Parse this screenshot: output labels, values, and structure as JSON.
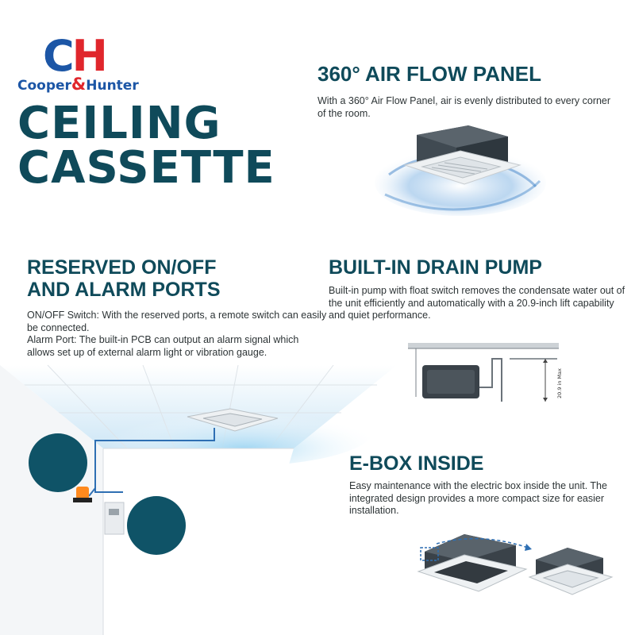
{
  "brand": {
    "mark_c": "C",
    "mark_h": "H",
    "word_1": "Cooper",
    "word_amp": "&",
    "word_2": "Hunter",
    "colors": {
      "blue": "#1c56a6",
      "red": "#e0262c"
    }
  },
  "title": {
    "line1": "CEILING",
    "line2": "CASSETTE",
    "color": "#0f4a5a"
  },
  "features": {
    "airflow": {
      "heading": "360° AIR FLOW PANEL",
      "text": "With a 360° Air Flow Panel, air is evenly distributed to every corner of the room."
    },
    "ports": {
      "heading_line1": "RESERVED ON/OFF",
      "heading_line2": "AND ALARM PORTS",
      "switch_label": "ON/OFF Switch:",
      "switch_text": " With the reserved ports, a remote switch can easily be connected.",
      "alarm_label": "Alarm Port:",
      "alarm_text": " The built-in PCB can output an alarm signal which allows set up of external alarm light or vibration gauge."
    },
    "pump": {
      "heading": "BUILT-IN DRAIN PUMP",
      "text": "Built-in pump with float switch removes the condensate water out of the unit efficiently and automatically with a 20.9-inch lift capability and quiet performance.",
      "diagram_label": "20.9 in Max"
    },
    "ebox": {
      "heading": "E-BOX INSIDE",
      "text": "Easy maintenance with the electric box inside the unit. The integrated design provides a more compact size for easier installation."
    }
  },
  "icons": {
    "room": "ceiling-room-illustration",
    "airflow": "cassette-airflow-illustration",
    "pump": "drain-pump-diagram",
    "ebox": "ebox-comparison-illustration",
    "alarm": "alarm-light-icon",
    "switch": "wall-switch-icon"
  },
  "accent_color": "#0f5367"
}
